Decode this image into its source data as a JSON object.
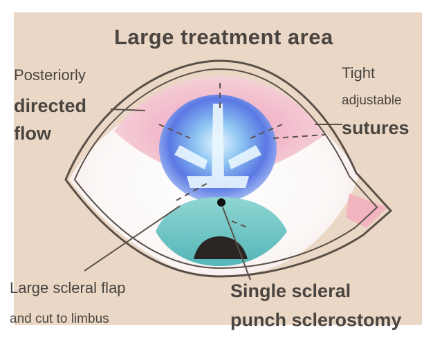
{
  "labels": {
    "title": "Large treatment area",
    "left_line1": "Posteriorly",
    "left_line2": "directed",
    "left_line3": "flow",
    "right_line1": "Tight",
    "right_line2": "adjustable",
    "right_line3": "sutures",
    "bottom_left_line1": "Large scleral flap",
    "bottom_left_line2": "and cut to limbus",
    "bottom_right_line1": "Single scleral",
    "bottom_right_line2": "punch sclerostomy"
  },
  "colors": {
    "background": "#ead7c6",
    "outline": "#5a5048",
    "text": "#4a4540",
    "pink": "#f0a8b6",
    "blue": "#5d7ee6",
    "teal": "#69c3c2",
    "dark": "#2a2522"
  }
}
